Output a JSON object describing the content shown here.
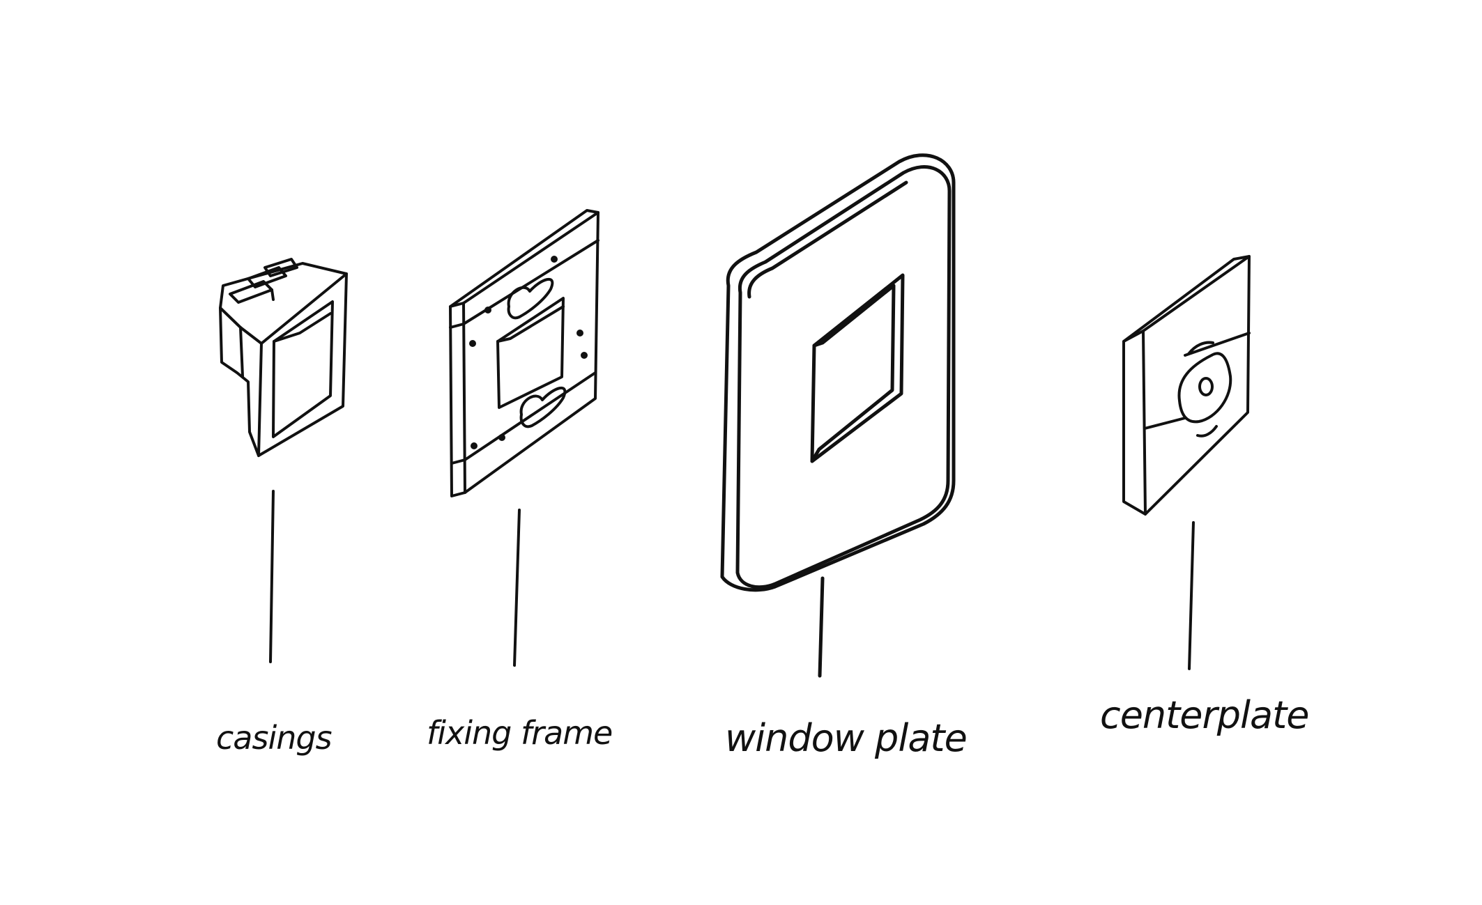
{
  "labels": {
    "casings": "casings",
    "fixing_frame": "fixing frame",
    "window_plate": "window plate",
    "centerplate": "centerplate"
  },
  "colors": {
    "ink": "#111111",
    "paper": "#ffffff"
  }
}
